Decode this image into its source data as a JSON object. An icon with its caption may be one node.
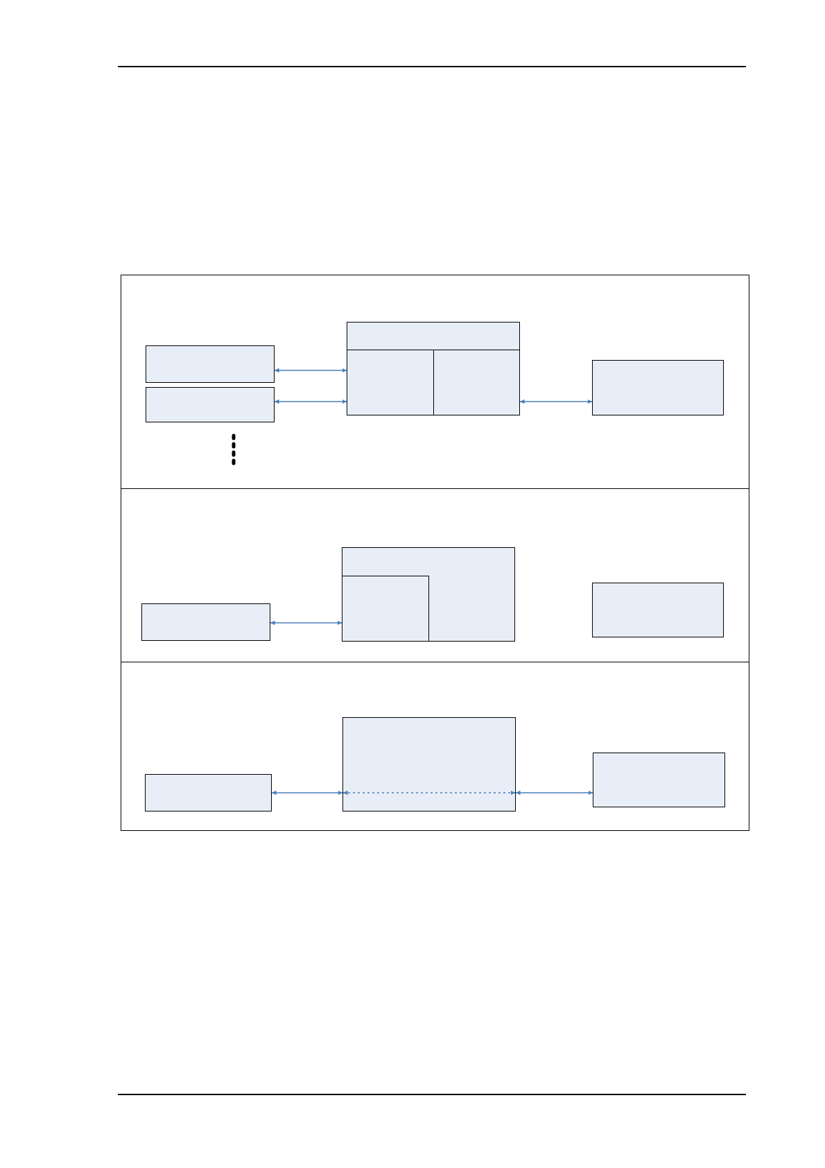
{
  "diagram": {
    "nodes": [
      {
        "text": [],
        "shape": "box"
      },
      {
        "text": [],
        "shape": "box",
        "in": 0
      },
      {
        "text": [],
        "shape": "box",
        "in": 0
      },
      {
        "text": [],
        "shape": "box",
        "in": 0
      },
      {
        "text": [],
        "shape": "box",
        "in": 0
      },
      {
        "text": [],
        "shape": "box",
        "in": 0
      },
      {
        "text": [],
        "shape": "box",
        "in": 0
      },
      {
        "text": [],
        "shape": "box"
      },
      {
        "text": [],
        "shape": "box",
        "in": 7
      },
      {
        "text": [],
        "shape": "box",
        "in": 7
      },
      {
        "text": [],
        "shape": "box",
        "in": 9
      },
      {
        "text": [],
        "shape": "box",
        "in": 7
      },
      {
        "text": [],
        "shape": "box"
      },
      {
        "text": [],
        "shape": "box",
        "in": 12
      },
      {
        "text": [],
        "shape": "box",
        "in": 12
      },
      {
        "text": [],
        "shape": "box",
        "in": 12
      }
    ],
    "edges": [
      {
        "from": 1,
        "to": 4,
        "arrow": "both"
      },
      {
        "from": 2,
        "to": 4,
        "arrow": "both"
      },
      {
        "from": 5,
        "to": 6,
        "arrow": "both"
      },
      {
        "from": 8,
        "to": 10,
        "arrow": "both"
      },
      {
        "from": 13,
        "to": 14,
        "arrow": "both"
      },
      {
        "from": 14,
        "to": 14,
        "arrow": "both",
        "style": "dashed"
      },
      {
        "from": 14,
        "to": 15,
        "arrow": "both"
      }
    ]
  }
}
